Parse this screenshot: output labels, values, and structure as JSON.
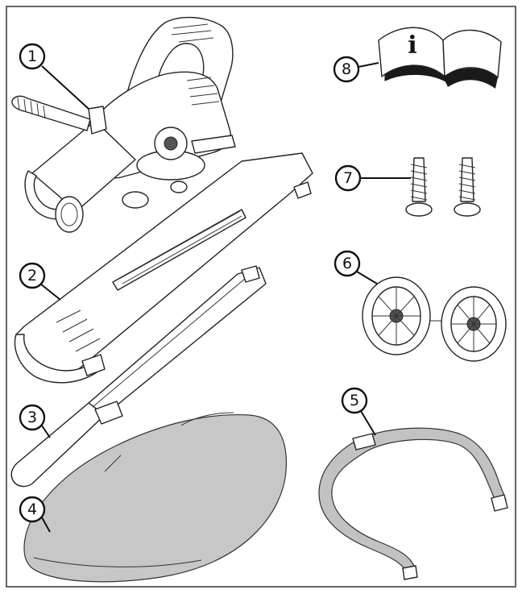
{
  "callouts": [
    {
      "id": "1",
      "label": "1"
    },
    {
      "id": "2",
      "label": "2"
    },
    {
      "id": "3",
      "label": "3"
    },
    {
      "id": "4",
      "label": "4"
    },
    {
      "id": "5",
      "label": "5"
    },
    {
      "id": "6",
      "label": "6"
    },
    {
      "id": "7",
      "label": "7"
    },
    {
      "id": "8",
      "label": "8"
    }
  ],
  "manual_icon_letter": "i",
  "colors": {
    "line": "#222222",
    "bag_fill": "#c7c7c7",
    "strap_fill": "#c2c2c2",
    "background": "#ffffff"
  }
}
